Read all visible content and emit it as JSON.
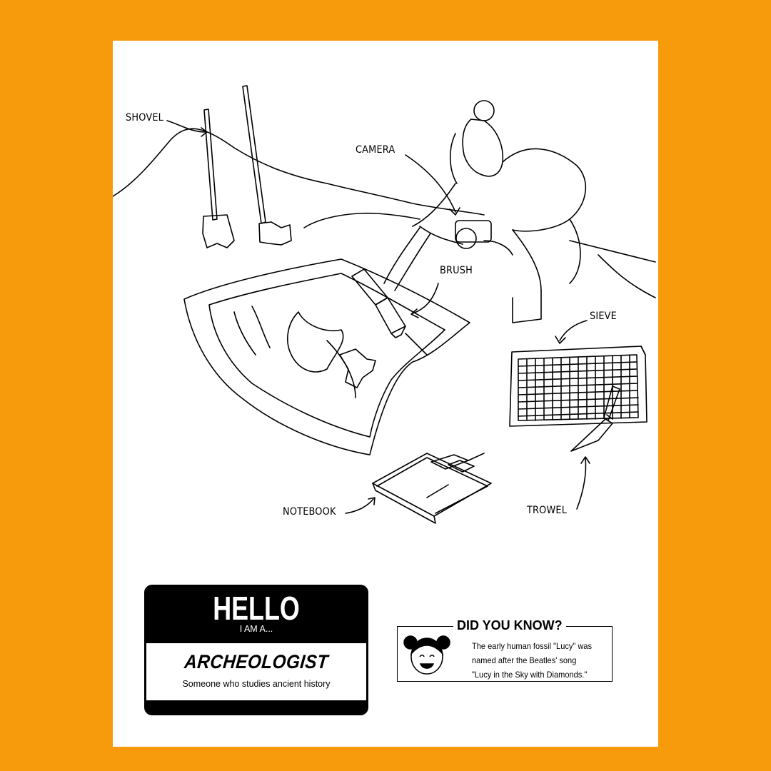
{
  "labels": {
    "shovel": "SHOVEL",
    "camera": "CAMERA",
    "brush": "BRUSH",
    "sieve": "SIEVE",
    "notebook": "NOTEBOOK",
    "trowel": "TROWEL"
  },
  "name_tag": {
    "hello": "HELLO",
    "i_am_a": "I AM A...",
    "job": "ARCHEOLOGIST",
    "definition": "Someone who studies ancient history"
  },
  "did_you_know": {
    "title": "DID YOU KNOW?",
    "lines": [
      "The early human fossil \"Lucy\" was",
      "named after the Beatles' song",
      "\"Lucy in the Sky with Diamonds.\""
    ]
  },
  "colors": {
    "background": "#F79B0C",
    "page": "#FFFFFF",
    "ink": "#000000"
  },
  "icons": [
    "shovel-icon",
    "archaeologist-figure",
    "camera-icon",
    "brush-icon",
    "sieve-icon",
    "trowel-icon",
    "notebook-icon",
    "glasses-icon",
    "girl-face-icon"
  ]
}
